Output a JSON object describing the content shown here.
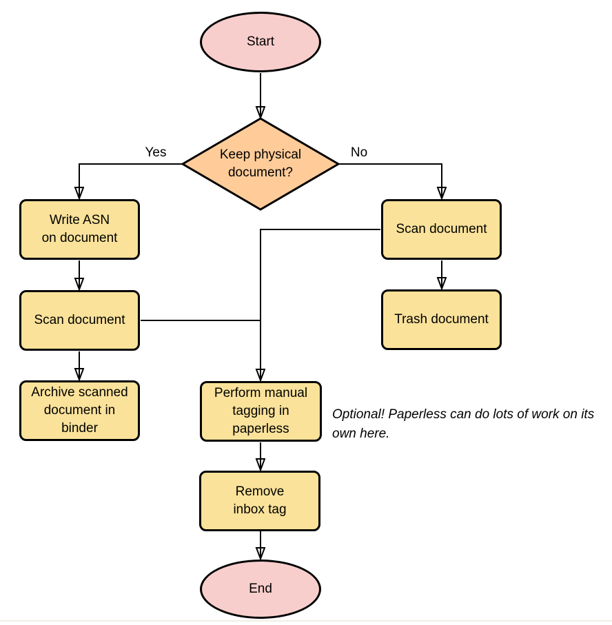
{
  "colors": {
    "background": "#FFFFFF",
    "stroke": "#000000",
    "node_fill_terminal": "#F8CECC",
    "node_fill_decision": "#FFCC99",
    "node_fill_process": "#FAE29A",
    "canvas_edge_line": "#F2EEE3"
  },
  "nodes": {
    "start": {
      "label": "Start"
    },
    "decision": {
      "label": "Keep physical\ndocument?"
    },
    "write_asn": {
      "label": "Write ASN\non document"
    },
    "scan_left": {
      "label": "Scan document"
    },
    "archive": {
      "label": "Archive scanned\ndocument in\nbinder"
    },
    "scan_right": {
      "label": "Scan document"
    },
    "trash": {
      "label": "Trash document"
    },
    "tagging": {
      "label": "Perform manual\ntagging in\npaperless"
    },
    "remove_inbox": {
      "label": "Remove\ninbox tag"
    },
    "end": {
      "label": "End"
    }
  },
  "edge_labels": {
    "yes": "Yes",
    "no": "No"
  },
  "annotation": {
    "note": "Optional! Paperless can do lots of work on its own here."
  }
}
